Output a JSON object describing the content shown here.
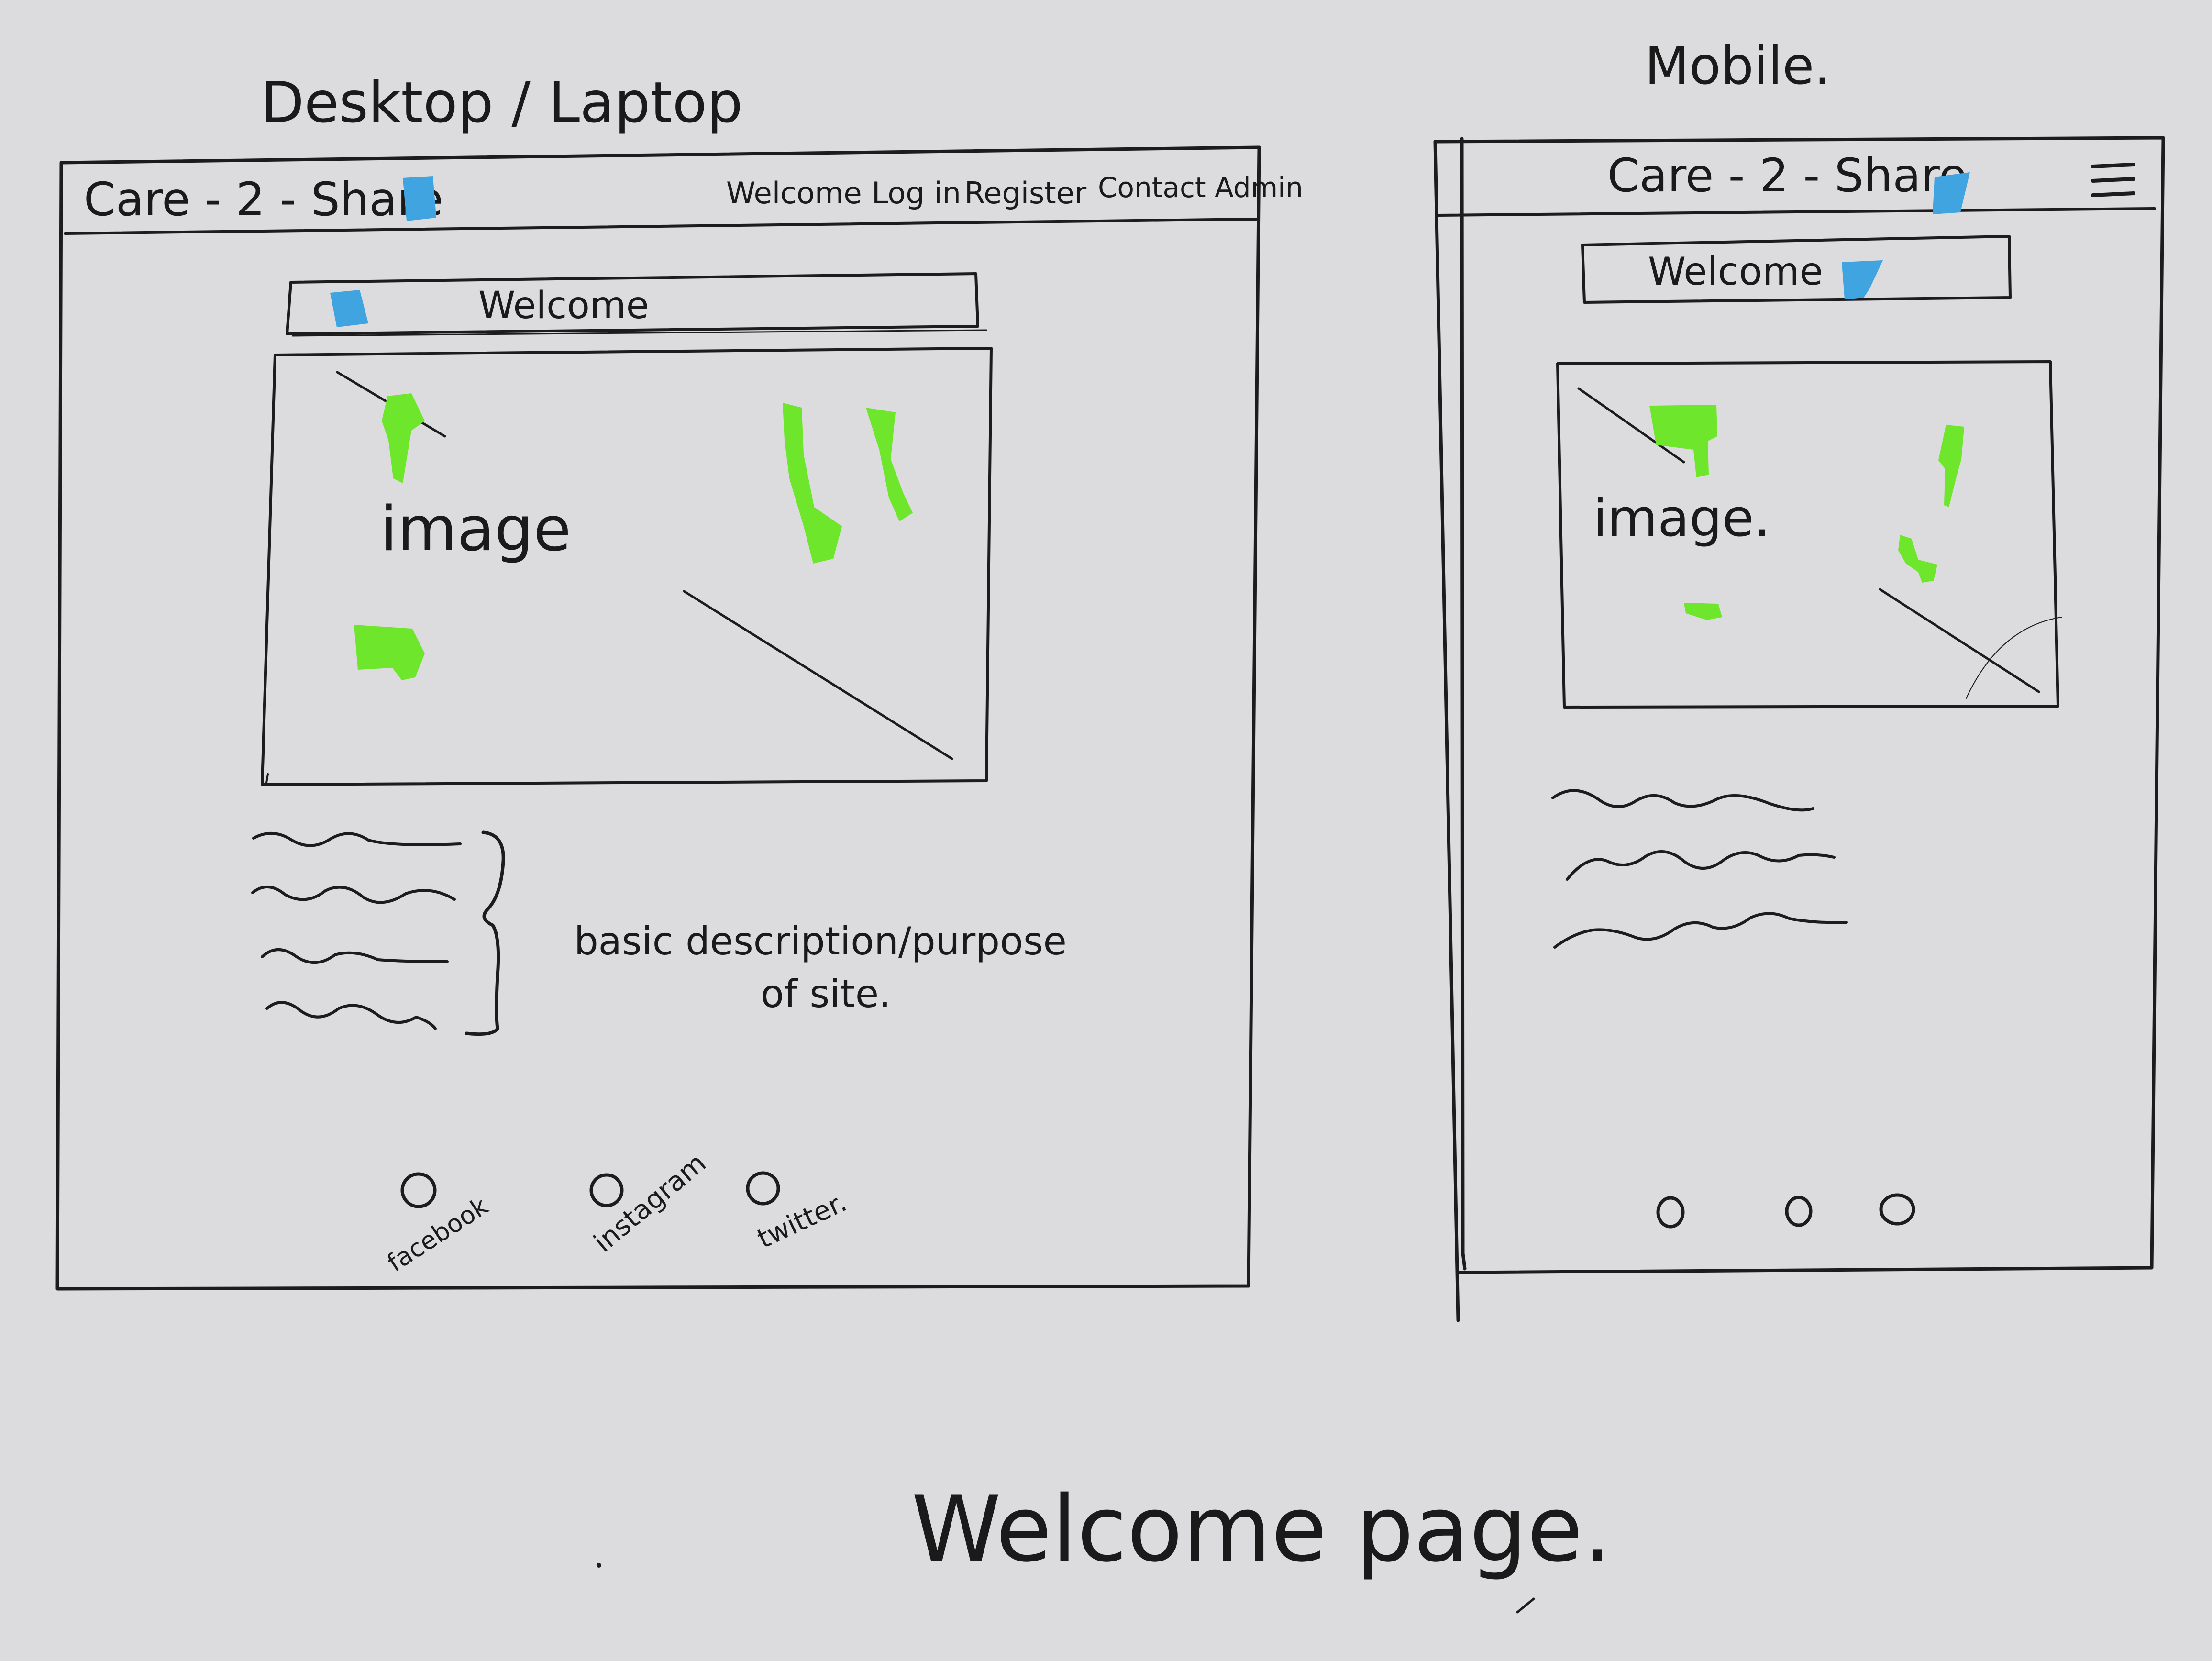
{
  "desktop": {
    "heading": "Desktop / Laptop",
    "brand": "Care - 2 - Share",
    "nav": [
      "Welcome",
      "Log in",
      "Register",
      "Contact Admin"
    ],
    "welcome_bar": "Welcome",
    "image_label": "image",
    "description_note_line1": "basic description/purpose",
    "description_note_line2": "of site.",
    "social": [
      "facebook",
      "instagram",
      "twitter."
    ]
  },
  "mobile": {
    "heading": "Mobile.",
    "brand": "Care - 2 - Share",
    "welcome_bar": "Welcome",
    "image_label": "image."
  },
  "caption": "Welcome page.",
  "colors": {
    "paper": "#dcdcde",
    "ink": "#1c1c1c",
    "blue_marker": "#3fa4e0",
    "green_marker": "#6ee62c"
  }
}
